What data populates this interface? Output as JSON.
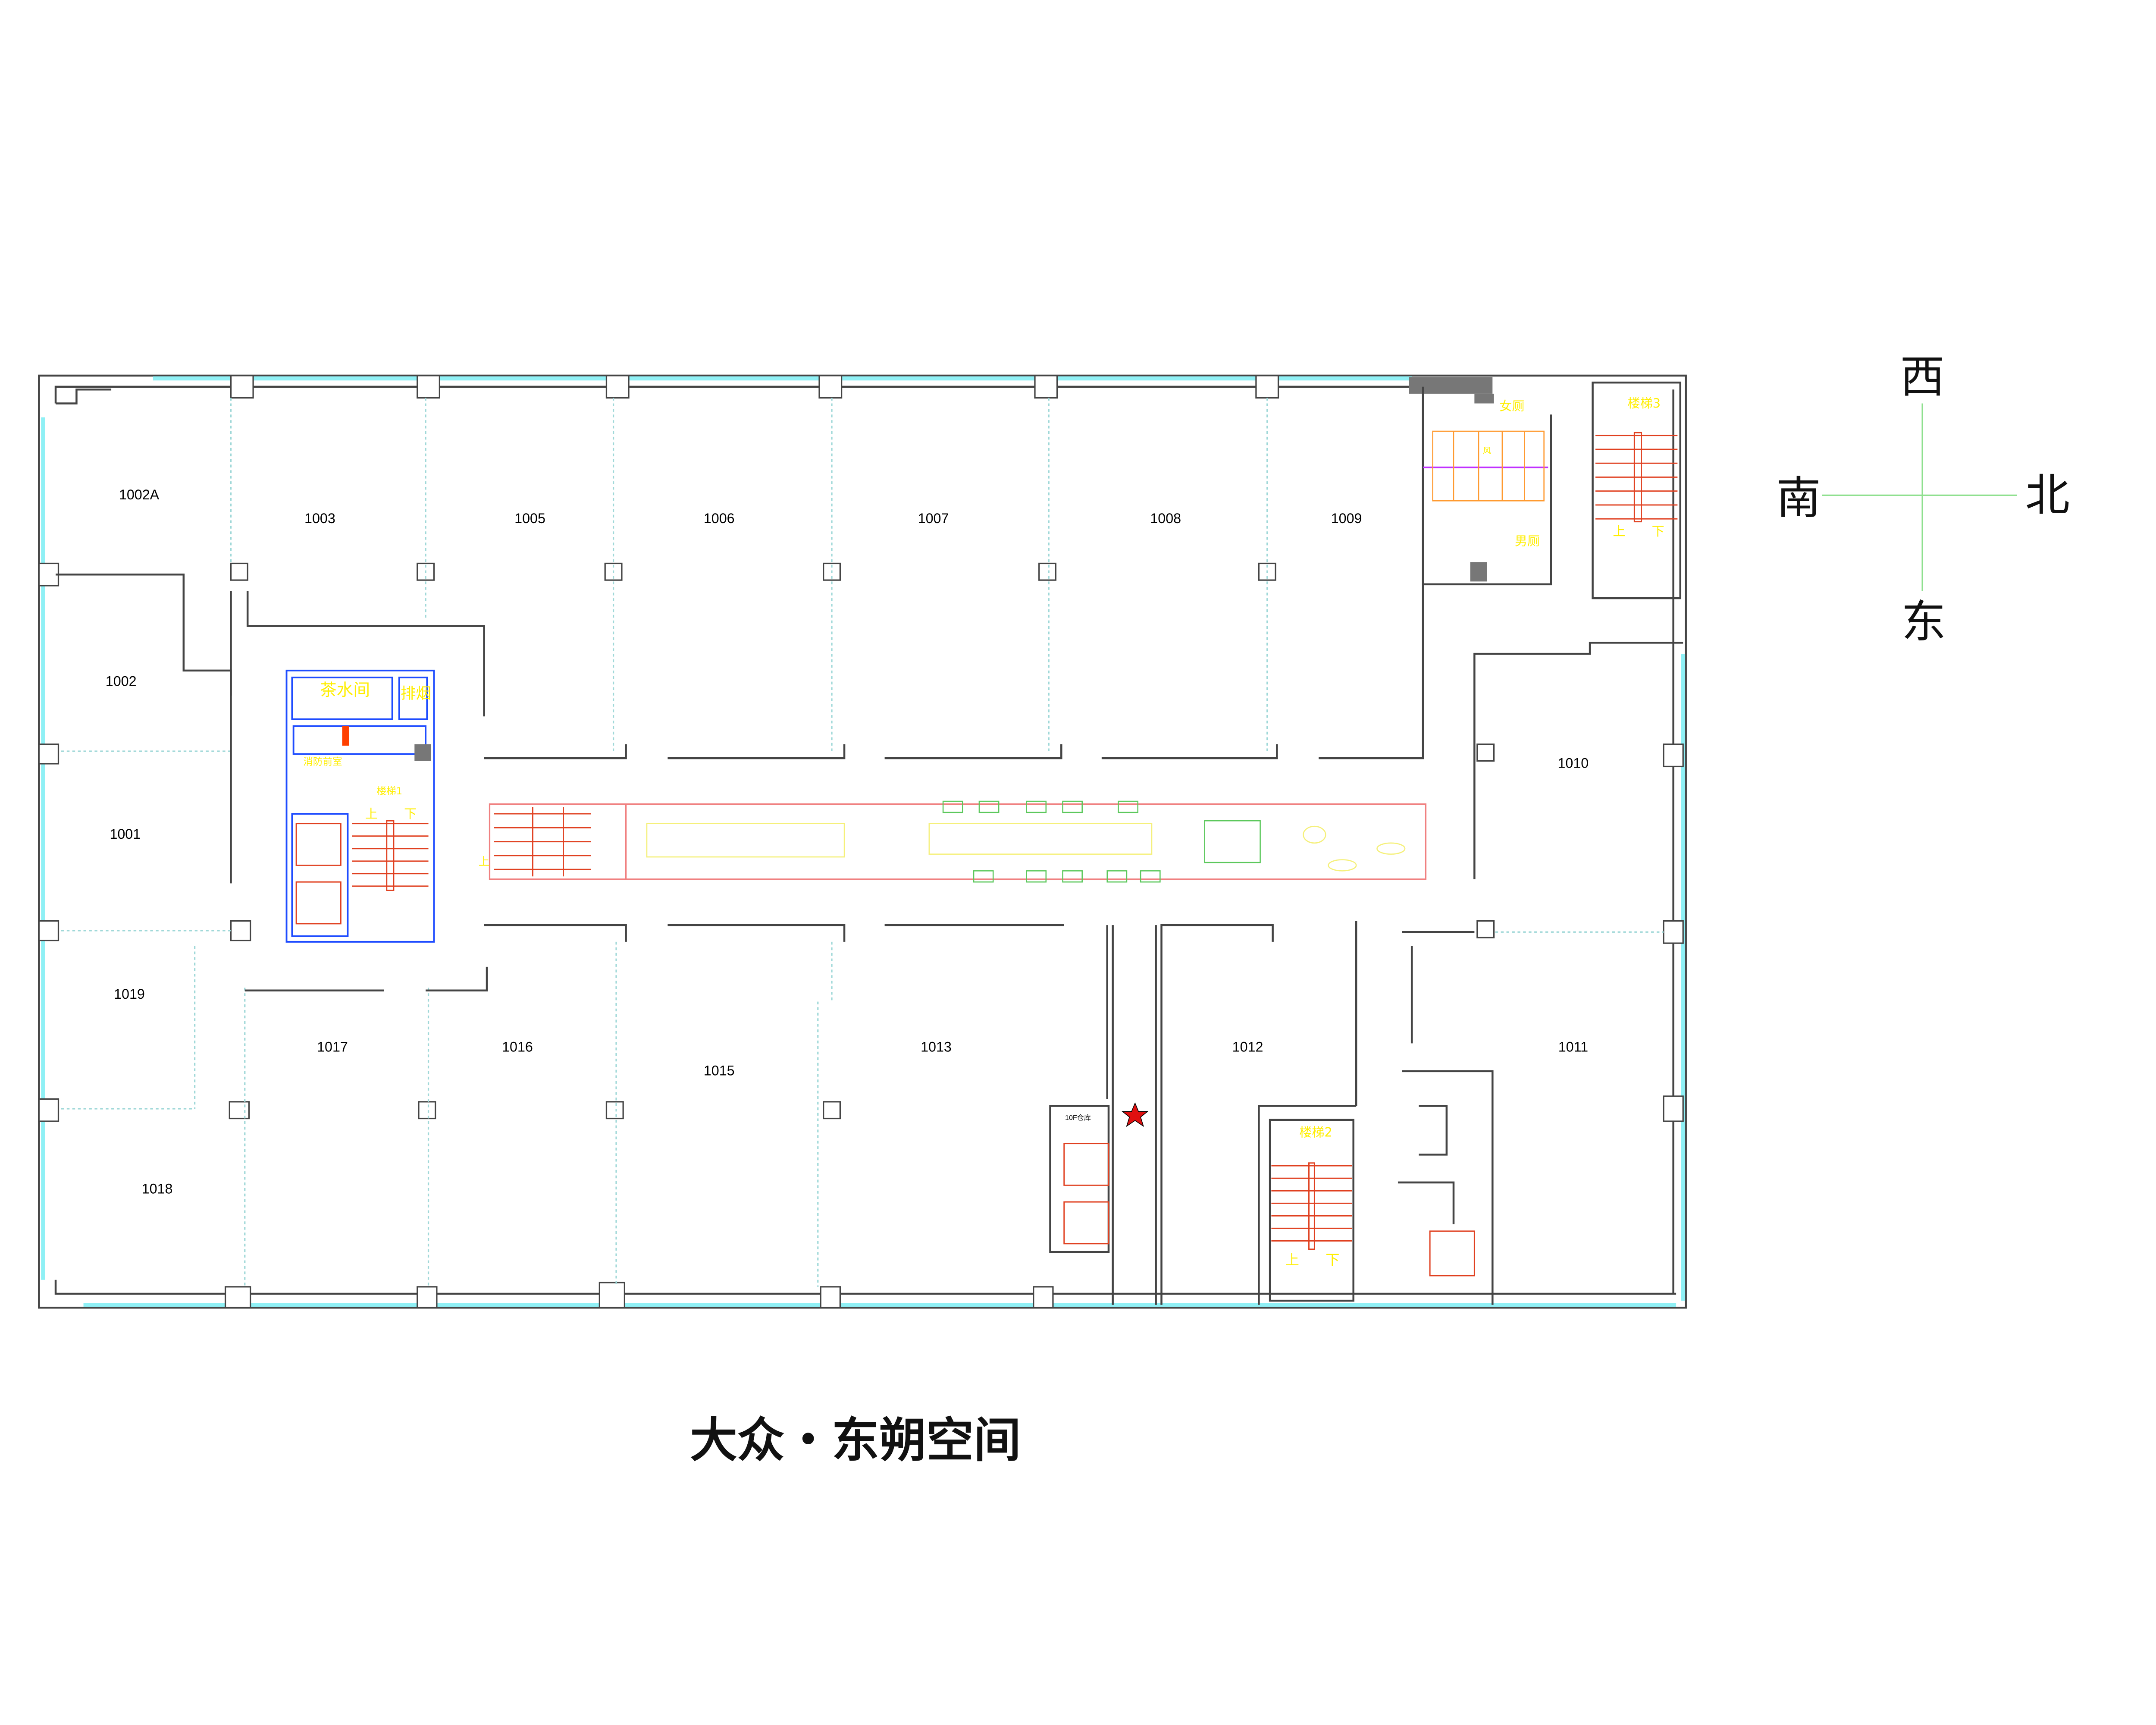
{
  "title": "大众・东朔空间",
  "compass": {
    "west": "西",
    "south": "南",
    "north": "北",
    "east": "东"
  },
  "rooms": {
    "r1002A": "1002A",
    "r1003": "1003",
    "r1005": "1005",
    "r1006": "1006",
    "r1007": "1007",
    "r1008": "1008",
    "r1009": "1009",
    "r1002": "1002",
    "r1001": "1001",
    "r1010": "1010",
    "r1019": "1019",
    "r1017": "1017",
    "r1016": "1016",
    "r1015": "1015",
    "r1013": "1013",
    "r1012": "1012",
    "r1011": "1011",
    "r1018": "1018"
  },
  "labels": {
    "tea_room": "茶水间",
    "smoke_exhaust": "排烟",
    "fire_lobby": "消防前室",
    "stair1": "楼梯1",
    "stair2": "楼梯2",
    "stair3": "楼梯3",
    "womens_restroom": "女厕",
    "mens_restroom": "男厕",
    "wind": "风",
    "up": "上",
    "down": "下",
    "storage": "10F仓库"
  },
  "colors": {
    "marker": "#e01010",
    "wall": "#444444",
    "window": "#8ff0f5",
    "label": "#ffee00"
  }
}
